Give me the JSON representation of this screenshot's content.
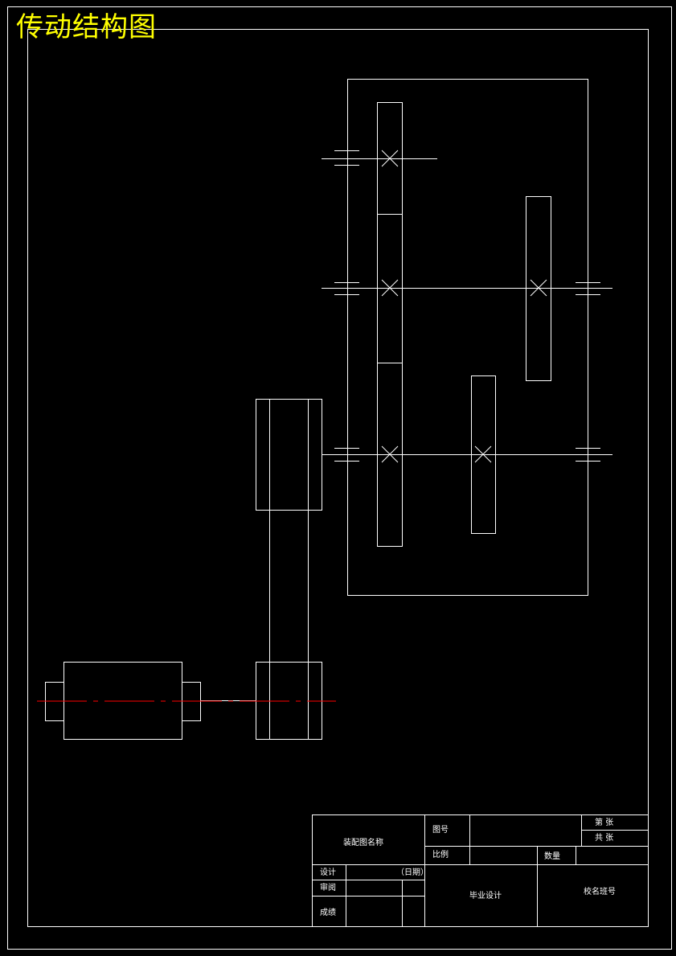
{
  "title": "传动结构图",
  "colors": {
    "background": "#000000",
    "lines": "#ffffff",
    "title": "#ffff00",
    "centerline": "#ff0000"
  },
  "title_block": {
    "assembly_name": "装配图名称",
    "drawing_no": "图号",
    "sheet_no": "第    张",
    "sheet_total": "共    张",
    "scale": "比例",
    "quantity": "数量",
    "designer": "设计",
    "date": "（日期）",
    "reviewer": "审阅",
    "grade": "成绩",
    "project": "毕业设计",
    "school_class": "校名班号"
  }
}
